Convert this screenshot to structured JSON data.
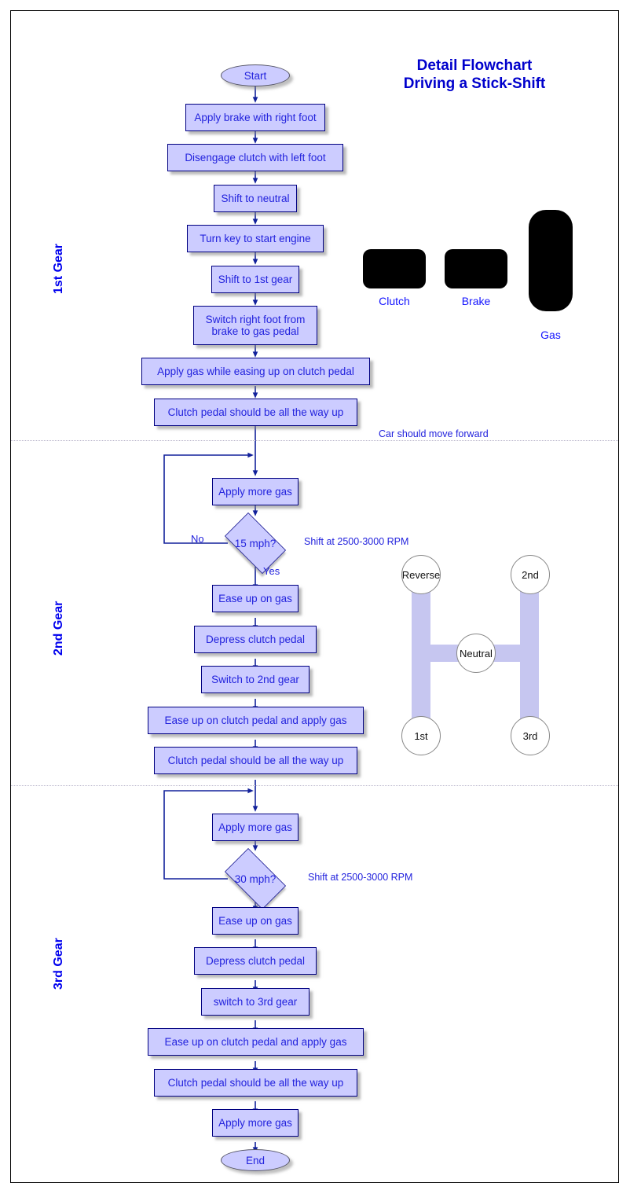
{
  "title": {
    "line1": "Detail Flowchart",
    "line2": "Driving a Stick-Shift",
    "color": "#0000CC"
  },
  "colors": {
    "node_fill": "#CCCCFF",
    "node_border": "#000080",
    "node_text": "#2222DD",
    "title_text": "#0000CC",
    "band_label": "#0000EE",
    "connector": "#12219B",
    "pedal": "#000000",
    "gear_bar": "#C6C6F0",
    "frame_border": "#000000"
  },
  "bands": [
    {
      "id": "band-1st",
      "label": "1st Gear"
    },
    {
      "id": "band-2nd",
      "label": "2nd Gear"
    },
    {
      "id": "band-3rd",
      "label": "3rd Gear"
    }
  ],
  "sections": {
    "first_gear": {
      "start": "Start",
      "steps": [
        "Apply brake with right foot",
        "Disengage clutch with left foot",
        "Shift to neutral",
        "Turn key to start engine",
        "Shift to 1st gear",
        "Switch right foot from brake to gas pedal",
        "Apply gas while easing up on clutch pedal",
        "Clutch pedal should be all the way up"
      ],
      "note": "Car should move forward"
    },
    "second_gear": {
      "steps_before": [
        "Apply more gas"
      ],
      "decision": "15 mph?",
      "decision_note": "Shift at 2500-3000 RPM",
      "branch_no": "No",
      "branch_yes": "Yes",
      "steps_after": [
        "Ease up on gas",
        "Depress clutch pedal",
        "Switch to 2nd gear",
        "Ease up on clutch pedal and apply gas",
        "Clutch pedal should be all the way up"
      ]
    },
    "third_gear": {
      "steps_before": [
        "Apply more gas"
      ],
      "decision": "30 mph?",
      "decision_note": "Shift at 2500-3000 RPM",
      "steps_after": [
        "Ease up on gas",
        "Depress clutch pedal",
        "switch to 3rd gear",
        "Ease up on clutch pedal and apply gas",
        "Clutch pedal should be all the way up",
        "Apply more gas"
      ],
      "end": "End"
    }
  },
  "pedal_diagram": {
    "pedals": [
      {
        "name": "Clutch",
        "label": "Clutch"
      },
      {
        "name": "Brake",
        "label": "Brake"
      },
      {
        "name": "Gas",
        "label": "Gas"
      }
    ]
  },
  "gear_pattern": {
    "positions": [
      {
        "name": "reverse",
        "label": "Reverse"
      },
      {
        "name": "2nd",
        "label": "2nd"
      },
      {
        "name": "neutral",
        "label": "Neutral"
      },
      {
        "name": "1st",
        "label": "1st"
      },
      {
        "name": "3rd",
        "label": "3rd"
      }
    ]
  }
}
